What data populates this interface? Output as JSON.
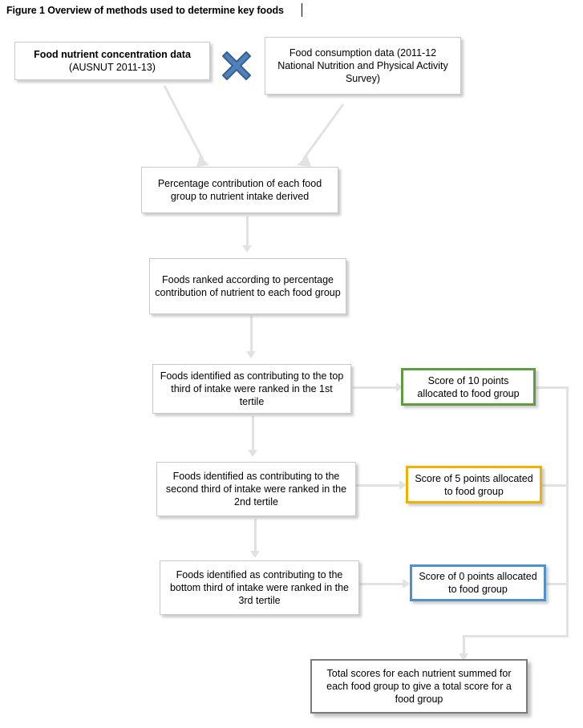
{
  "figure": {
    "title": "Figure 1 Overview of methods used to determine key foods"
  },
  "icons": {
    "multiply": "multiply-x-icon"
  },
  "colors": {
    "box_border": "#c9c9c9",
    "connector": "#e2e2e2",
    "score_10_border": "#5e9b41",
    "score_5_border": "#f2b000",
    "score_0_border": "#4f91cd",
    "total_border": "#7b7b7b",
    "multiply_icon": "#4f81bd"
  },
  "nodes": {
    "nutrient_data": {
      "line1": "Food nutrient concentration data",
      "line2": "(AUSNUT 2011-13)"
    },
    "consumption_data": {
      "text": "Food consumption data (2011-12 National Nutrition and Physical Activity Survey)"
    },
    "percentage_contribution": {
      "text": "Percentage contribution of each food group to nutrient intake derived"
    },
    "foods_ranked": {
      "text": "Foods ranked according to percentage contribution of nutrient to each food group"
    },
    "tertile_1": {
      "text": "Foods identified as contributing to the top third of intake were ranked in the 1st tertile"
    },
    "tertile_2": {
      "text": "Foods identified as contributing to the second third of intake were ranked in the 2nd tertile"
    },
    "tertile_3": {
      "text": "Foods identified as contributing to the bottom third of intake were ranked in the 3rd tertile"
    },
    "score_10": {
      "text": "Score of 10 points allocated to food group"
    },
    "score_5": {
      "text": "Score of 5 points allocated to food group"
    },
    "score_0": {
      "text": "Score of 0 points allocated to food group"
    },
    "total_score": {
      "text": "Total scores for each nutrient summed for each food group to give a total score for a food group"
    }
  }
}
